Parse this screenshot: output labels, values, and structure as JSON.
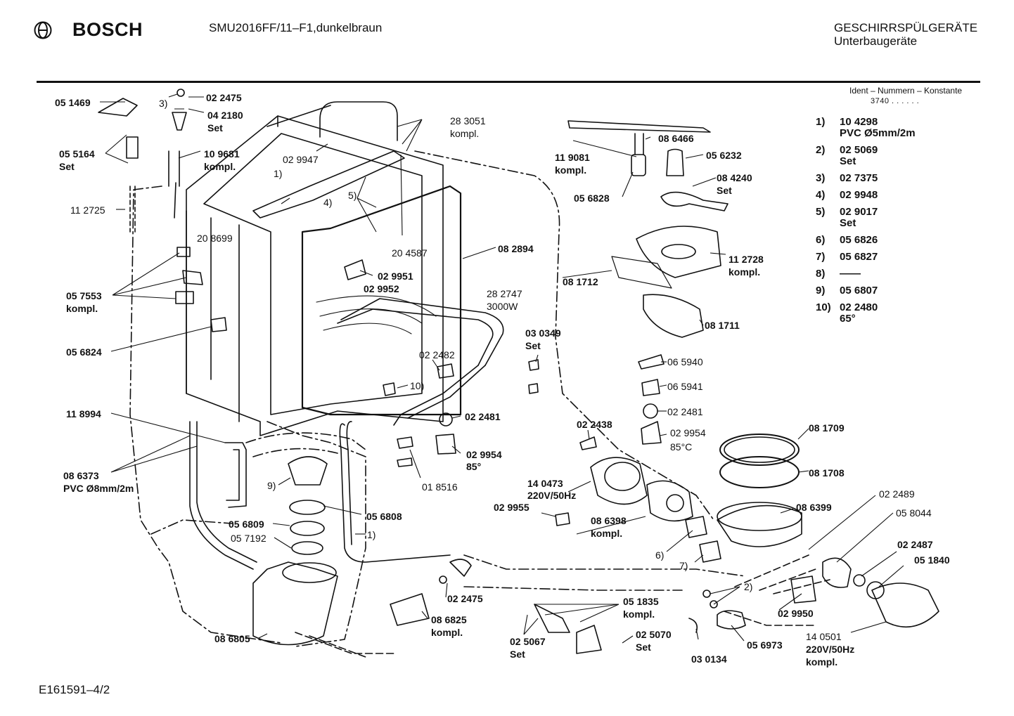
{
  "header": {
    "brand": "BOSCH",
    "model": "SMU2016FF/11–F1,dunkelbraun",
    "category": "GESCHIRRSPÜLGERÄTE",
    "subcategory": "Unterbaugeräte"
  },
  "ident": {
    "title": "Ident – Nummern – Konstante",
    "constant": "3740 .  .  .  .  .  ."
  },
  "legend": [
    {
      "num": "1)",
      "lines": [
        "10 4298",
        "PVC Ø5mm/2m"
      ]
    },
    {
      "num": "2)",
      "lines": [
        "02 5069",
        "Set"
      ]
    },
    {
      "num": "3)",
      "lines": [
        "02 7375"
      ]
    },
    {
      "num": "4)",
      "lines": [
        "02 9948"
      ]
    },
    {
      "num": "5)",
      "lines": [
        "02 9017",
        "Set"
      ]
    },
    {
      "num": "6)",
      "lines": [
        "05 6826"
      ]
    },
    {
      "num": "7)",
      "lines": [
        "05 6827"
      ]
    },
    {
      "num": "8)",
      "lines": [
        "——"
      ]
    },
    {
      "num": "9)",
      "lines": [
        "05 6807"
      ]
    },
    {
      "num": "10)",
      "lines": [
        "02 2480",
        "65°"
      ]
    }
  ],
  "parts": {
    "p051469": "05 1469",
    "p022475a": "02 2475",
    "n3": "3)",
    "p042180": "04 2180",
    "p042180set": "Set",
    "p055164": "05 5164",
    "p055164set": "Set",
    "p109681": "10 9681",
    "p109681k": "kompl.",
    "p029947": "02 9947",
    "n1a": "1)",
    "p283051": "28 3051",
    "p283051k": "kompl.",
    "p112725": "11 2725",
    "n4": "4)",
    "n5": "5)",
    "p208699": "20 8699",
    "p204587": "20 4587",
    "p082894": "08 2894",
    "p029951": "02 9951",
    "p029952": "02 9952",
    "p057553": "05 7553",
    "p057553k": "kompl.",
    "p282747": "28 2747",
    "p282747w": "3000W",
    "p056824": "05 6824",
    "p022482": "02 2482",
    "n10": "10)",
    "p118994": "11 8994",
    "p022481a": "02 2481",
    "p029954a": "02 9954",
    "p029954a85": "85°",
    "p086373": "08 6373",
    "p086373pvc": "PVC Ø8mm/2m",
    "n9": "9)",
    "p018516": "01 8516",
    "p056809": "05 6809",
    "p057192": "05 7192",
    "p056808": "05 6808",
    "n1b": "1)",
    "p022475b": "02 2475",
    "p086825": "08 6825",
    "p086825k": "kompl.",
    "p086805": "08 6805",
    "p119081": "11 9081",
    "p119081k": "kompl.",
    "p086466": "08 6466",
    "p056232": "05 6232",
    "p084240": "08 4240",
    "p084240set": "Set",
    "p056828": "05 6828",
    "p112728": "11 2728",
    "p112728k": "kompl.",
    "p081712": "08 1712",
    "p081711": "08 1711",
    "p030349": "03 0349",
    "p030349set": "Set",
    "p065940": "06 5940",
    "p065941": "06 5941",
    "p022481b": "02 2481",
    "p029954b": "02 9954",
    "p029954b85": "85°C",
    "p022438": "02 2438",
    "p081709": "08 1709",
    "p081708": "08 1708",
    "p140473": "14 0473",
    "p140473v": "220V/50Hz",
    "p029955": "02 9955",
    "p086398": "08 6398",
    "p086398k": "kompl.",
    "p086399": "08 6399",
    "n6": "6)",
    "n7": "7)",
    "p022489": "02 2489",
    "p058044": "05 8044",
    "p022487": "02 2487",
    "p051840": "05 1840",
    "n2": "2)",
    "p051835": "05 1835",
    "p051835k": "kompl.",
    "p025067": "02 5067",
    "p025067set": "Set",
    "p025070": "02 5070",
    "p025070set": "Set",
    "p030134": "03 0134",
    "p056973": "05 6973",
    "p029950": "02 9950",
    "p140501": "14 0501",
    "p140501v": "220V/50Hz",
    "p140501k": "kompl."
  },
  "footer": {
    "drawing_id": "E161591–4/2"
  }
}
